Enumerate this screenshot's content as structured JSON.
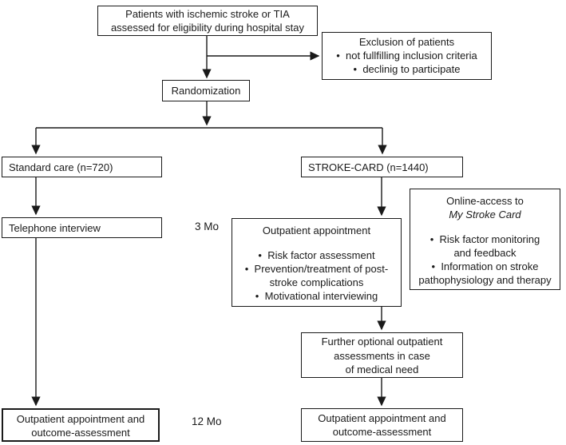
{
  "diagram": {
    "nodes": {
      "eligibility": {
        "lines": [
          "Patients with ischemic stroke or TIA",
          "assessed for eligibility during hospital stay"
        ]
      },
      "exclusion": {
        "lines": [
          "Exclusion of patients",
          "•  not fullfilling inclusion criteria",
          "•  declinig to participate"
        ]
      },
      "randomization": {
        "label": "Randomization"
      },
      "standard_care": {
        "label": "Standard care (n=720)"
      },
      "stroke_card": {
        "label": "STROKE-CARD (n=1440)"
      },
      "telephone": {
        "label": "Telephone interview"
      },
      "outpatient": {
        "title": "Outpatient appointment",
        "lines": [
          "•  Risk factor assessment",
          "•  Prevention/treatment of post-",
          "stroke complications",
          "•  Motivational interviewing"
        ]
      },
      "online_access": {
        "title_line1": "Online-access to",
        "title_line2": "My Stroke Card",
        "lines": [
          "•  Risk factor monitoring",
          "and feedback",
          "•  Information on stroke",
          "pathophysiology and therapy"
        ]
      },
      "further_optional": {
        "lines": [
          "Further optional outpatient",
          "assessments in case",
          "of medical need"
        ]
      },
      "outcome_left": {
        "lines": [
          "Outpatient appointment and",
          "outcome-assessment"
        ]
      },
      "outcome_right": {
        "lines": [
          "Outpatient appointment and",
          "outcome-assessment"
        ]
      }
    },
    "timeline_labels": {
      "three_months": "3 Mo",
      "twelve_months": "12 Mo"
    },
    "colors": {
      "box_border": "#1a1a1a",
      "text": "#1a1a1a",
      "arrow": "#1a1a1a",
      "background": "#ffffff"
    }
  }
}
